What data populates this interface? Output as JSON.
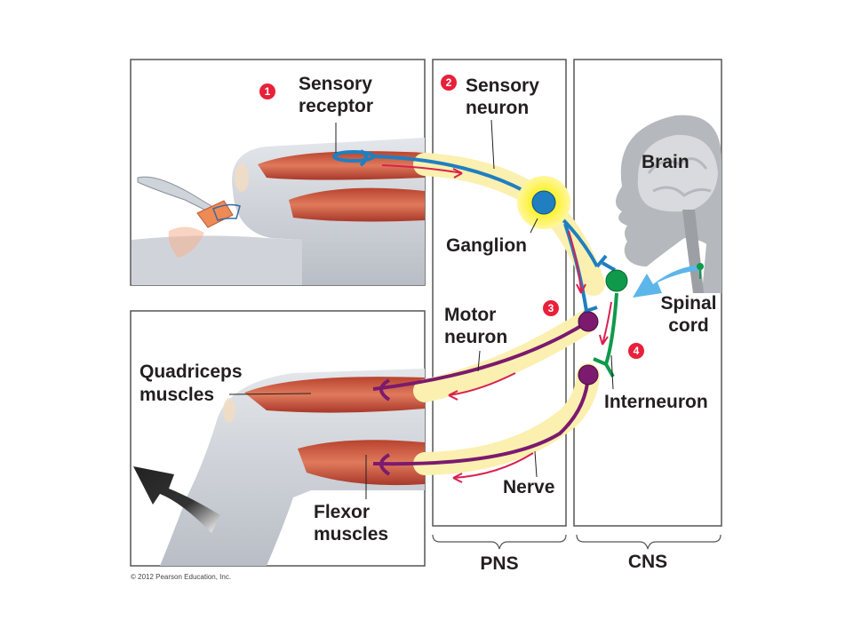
{
  "labels": {
    "sensory_receptor": [
      "Sensory",
      "receptor"
    ],
    "sensory_neuron": [
      "Sensory",
      "neuron"
    ],
    "brain": "Brain",
    "ganglion": "Ganglion",
    "motor_neuron": [
      "Motor",
      "neuron"
    ],
    "spinal_cord": [
      "Spinal",
      "cord"
    ],
    "quadriceps": [
      "Quadriceps",
      "muscles"
    ],
    "interneuron": "Interneuron",
    "nerve": "Nerve",
    "flexor": [
      "Flexor",
      "muscles"
    ],
    "pns": "PNS",
    "cns": "CNS"
  },
  "steps": [
    "1",
    "2",
    "3",
    "4"
  ],
  "copyright": "© 2012 Pearson Education, Inc.",
  "colors": {
    "sensory": "#1f7fc0",
    "motor": "#7b1a6e",
    "interneuron": "#0e9a4a",
    "signal": "#d9214e",
    "muscle": "#c8503a",
    "nerve_sheath": "#fbf0b0",
    "ganglion_glow": "#fff23a",
    "badge": "#e8203a"
  }
}
